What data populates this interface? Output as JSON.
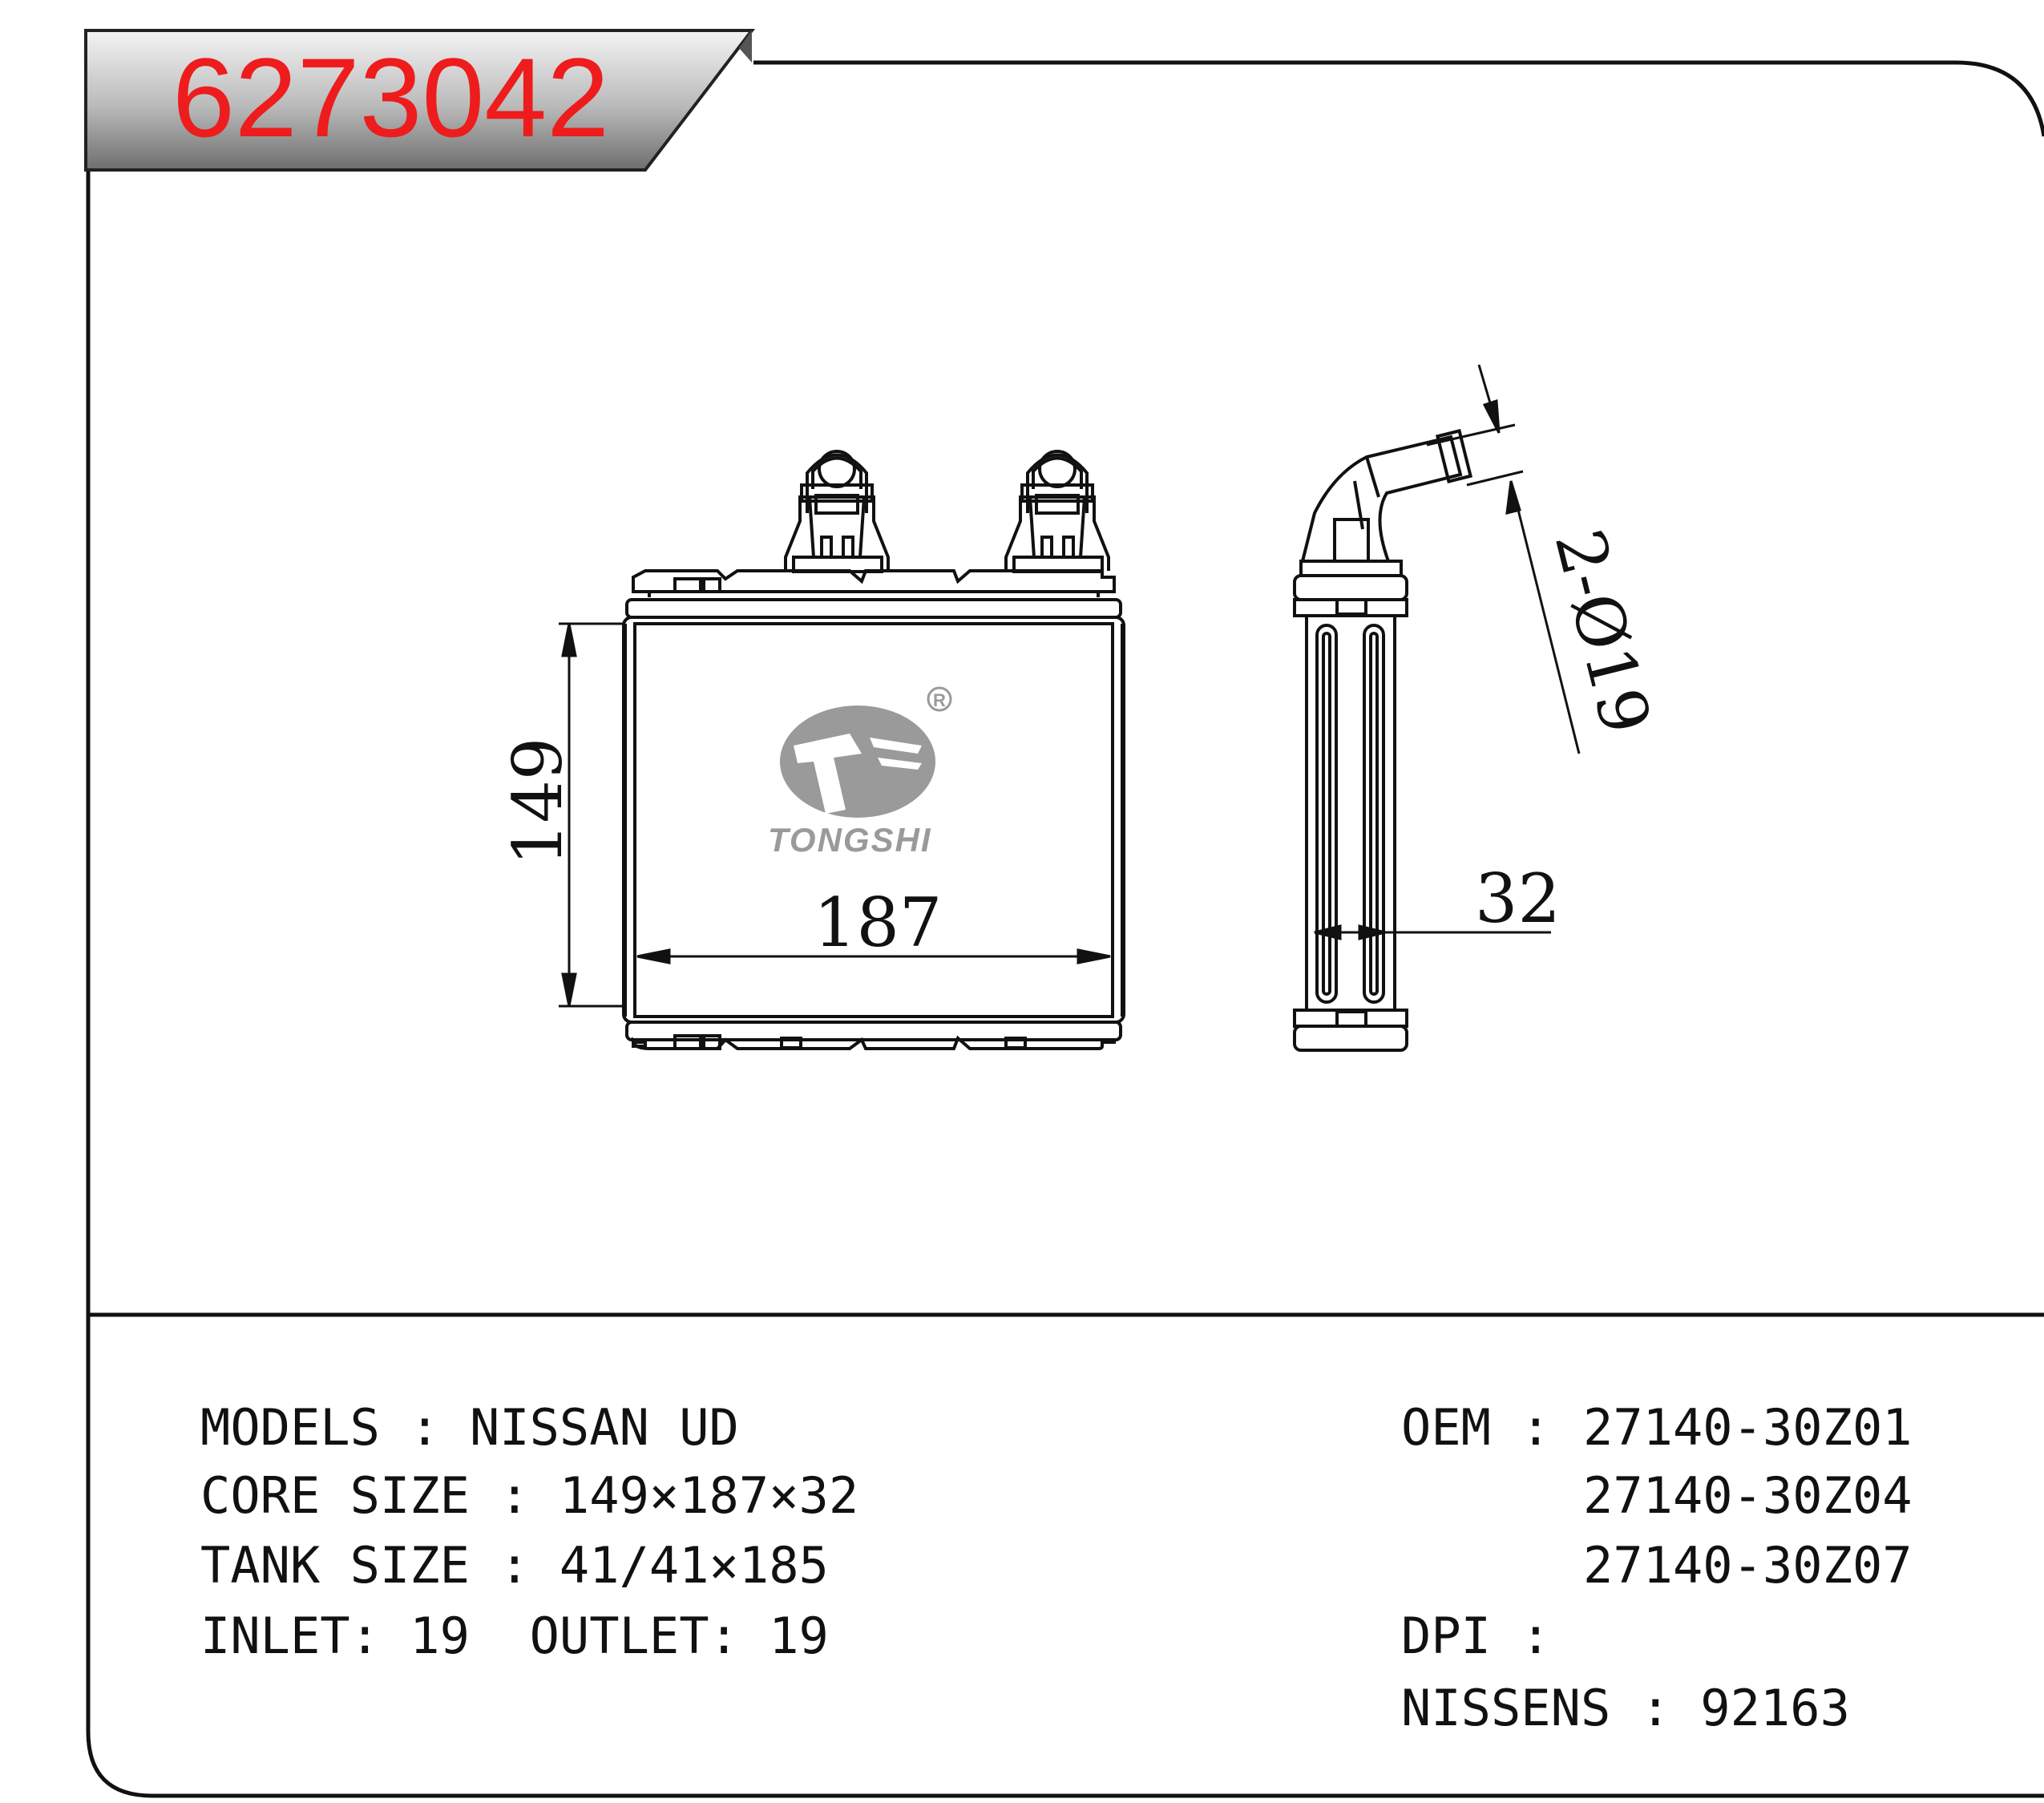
{
  "header": {
    "part_number": "6273042"
  },
  "logo": {
    "brand": "TONGSHI",
    "registered_mark": "R"
  },
  "dimensions": {
    "height": "149",
    "width": "187",
    "thickness": "32",
    "pipe": "2-Ø19"
  },
  "specs": {
    "models": "MODELS : NISSAN UD",
    "core_size": "CORE SIZE : 149×187×32",
    "tank_size": "TANK SIZE : 41/41×185",
    "inlet_outlet": "INLET: 19  OUTLET: 19"
  },
  "references": {
    "oem_label": "OEM :",
    "oem_numbers": [
      "27140-30Z01",
      "27140-30Z04",
      "27140-30Z07"
    ],
    "dpi": "DPI :",
    "nissens": "NISSENS : 92163"
  },
  "colors": {
    "part_number": "#ee1c1c",
    "header_band": "#8a8a8a",
    "logo": "#9a9a9a"
  }
}
